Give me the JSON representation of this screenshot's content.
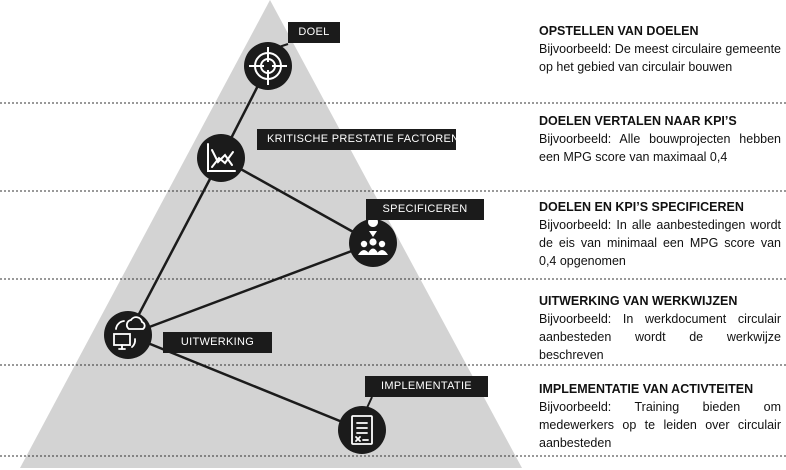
{
  "levels": [
    {
      "tag": "DOEL",
      "icon": "target-icon",
      "heading": "OPSTELLEN VAN DOELEN",
      "text": "Bijvoorbeeld: De meest circulaire gemeente op het gebied van circulair bouwen"
    },
    {
      "tag": "KRITISCHE PRESTATIE FACTOREN",
      "icon": "chart-icon",
      "heading": "DOELEN VERTALEN NAAR KPI’S",
      "text": "Bijvoorbeeld: Alle bouwprojecten hebben een MPG score van maximaal 0,4"
    },
    {
      "tag": "SPECIFICEREN",
      "icon": "people-pin-icon",
      "heading": "DOELEN EN KPI’S SPECIFICEREN",
      "text": "Bijvoorbeeld: In alle aanbestedingen wordt de eis van minimaal een MPG score van 0,4 opgenomen"
    },
    {
      "tag": "UITWERKING",
      "icon": "cloud-computer-icon",
      "heading": "UITWERKING VAN WERKWIJZEN",
      "text": "Bijvoorbeeld: In werkdocument circulair aanbesteden wordt de werkwijze beschreven"
    },
    {
      "tag": "IMPLEMENTATIE",
      "icon": "document-icon",
      "heading": "IMPLEMENTATIE VAN ACTIVTEITEN",
      "text": "Bijvoorbeeld: Training bieden om medewerkers op te leiden over circulair aanbesteden"
    }
  ],
  "colors": {
    "pyramid": "#d3d3d3",
    "node": "#1b1b1b",
    "line": "#1b1b1b",
    "divider": "#333333"
  }
}
